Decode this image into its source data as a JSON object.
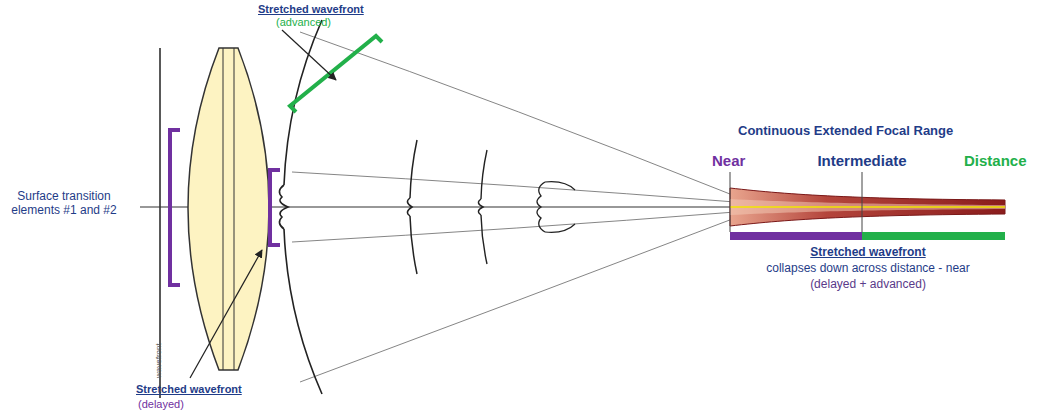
{
  "diagram": {
    "labels": [
      "Stretched wavefront",
      "(advanced)",
      "Surface transition elements #1 and #2",
      "wavefront",
      "Stretched wavefront",
      "(delayed)",
      "Continuous Extended Focal Range",
      "Near",
      "Intermediate",
      "Distance",
      "Stretched wavefront",
      "collapses down across distance - near",
      "(delayed + advanced)"
    ]
  }
}
